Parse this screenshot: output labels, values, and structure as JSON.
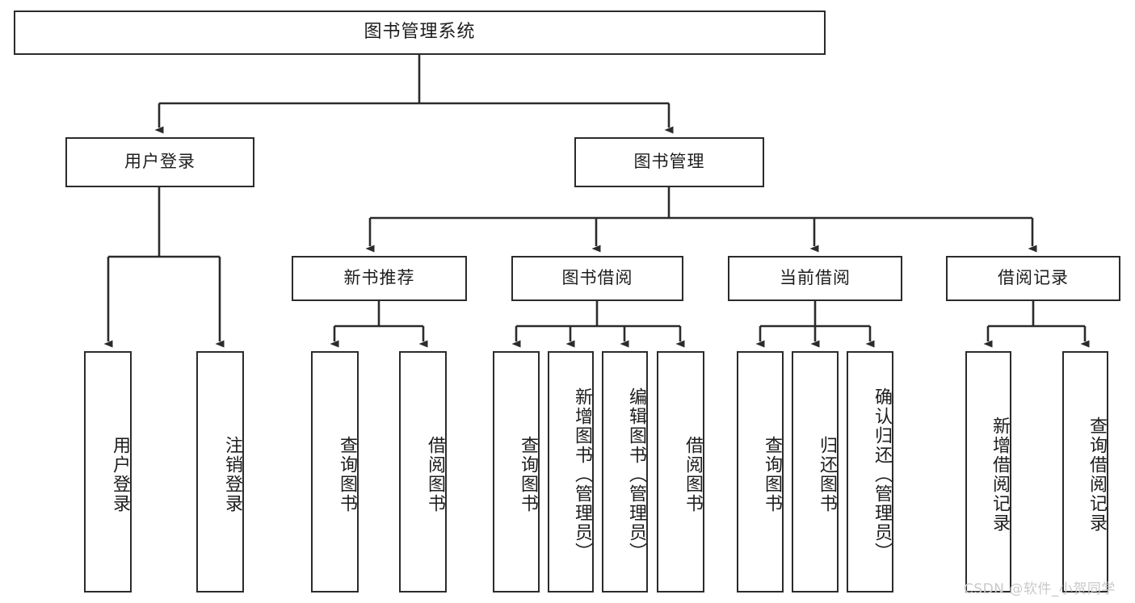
{
  "diagram": {
    "title": "图书管理系统",
    "type": "hierarchy-tree",
    "root": {
      "label": "图书管理系统"
    },
    "level2": [
      {
        "label": "用户登录"
      },
      {
        "label": "图书管理"
      }
    ],
    "level3": [
      {
        "label": "新书推荐"
      },
      {
        "label": "图书借阅"
      },
      {
        "label": "当前借阅"
      },
      {
        "label": "借阅记录"
      }
    ],
    "leaves": {
      "user_login": [
        {
          "label": "用户登录"
        },
        {
          "label": "注销登录"
        }
      ],
      "new_book_recommend": [
        {
          "label": "查询图书"
        },
        {
          "label": "借阅图书"
        }
      ],
      "book_borrow": [
        {
          "label": "查询图书"
        },
        {
          "label": "新增图书（管理员）"
        },
        {
          "label": "编辑图书（管理员）"
        },
        {
          "label": "借阅图书"
        }
      ],
      "current_borrow": [
        {
          "label": "查询图书"
        },
        {
          "label": "归还图书"
        },
        {
          "label": "确认归还（管理员）"
        }
      ],
      "borrow_record": [
        {
          "label": "新增借阅记录"
        },
        {
          "label": "查询借阅记录"
        }
      ]
    }
  },
  "watermark": {
    "text": "CSDN @软件_小贺同学"
  },
  "colors": {
    "stroke": "#2b2b2b",
    "fill": "#ffffff",
    "text": "#1d1d1d",
    "watermark": "#c9c9c9"
  }
}
